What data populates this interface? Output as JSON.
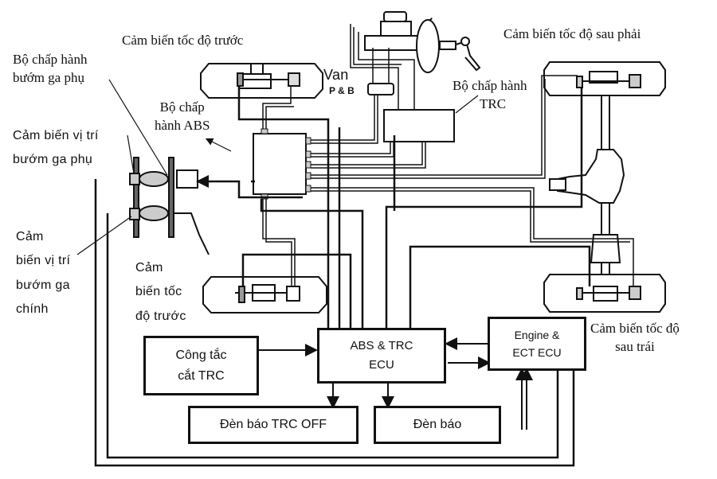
{
  "diagram": {
    "title": "Sơ đồ hệ thống ABS & TRC",
    "labels": {
      "front_speed_sensor_top": "Cảm biến tốc độ trước",
      "rear_right_speed_sensor": "Cảm biến tốc độ sau phải",
      "sub_throttle_actuator": [
        "Bộ chấp hành",
        "bướm ga phụ"
      ],
      "abs_actuator": [
        "Bộ chấp",
        "hành ABS"
      ],
      "pb_valve_word": "Van",
      "pb_valve_code": "P & B",
      "trc_actuator": [
        "Bộ chấp hành",
        "TRC"
      ],
      "sub_throttle_position_sensor": [
        "Cảm biến vị trí",
        "bướm ga phụ"
      ],
      "main_throttle_position_sensor": [
        "Cảm",
        "biến vị trí",
        "bướm ga",
        "chính"
      ],
      "front_speed_sensor_bottom": [
        "Cảm",
        "biến tốc",
        "độ trước"
      ],
      "rear_left_speed_sensor": [
        "Cảm biến tốc độ",
        "sau trái"
      ]
    },
    "blocks": {
      "trc_cut_switch": [
        "Công tắc",
        "cắt TRC"
      ],
      "abs_trc_ecu": [
        "ABS & TRC",
        "ECU"
      ],
      "engine_ect_ecu": [
        "Engine &",
        "ECT ECU"
      ],
      "trc_off_indicator": "Đèn báo TRC OFF",
      "indicator": "Đèn báo"
    },
    "colors": {
      "line": "#111111",
      "component_fill": "#d0d0d0",
      "background": "#ffffff"
    }
  }
}
